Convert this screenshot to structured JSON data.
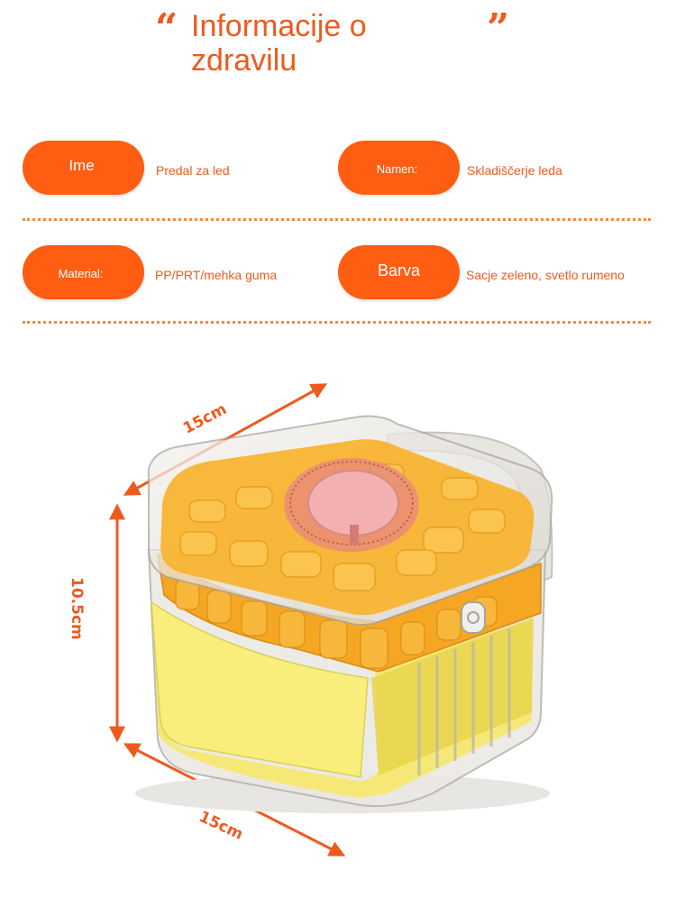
{
  "header": {
    "open_quote": "“",
    "title_line1": "Informacije o",
    "title_line2": "zdravilu",
    "close_quote": "”"
  },
  "specs": [
    {
      "label": "Ime",
      "value": "Predal za led"
    },
    {
      "label": "Namen:",
      "value": "Skladiščerje leda"
    },
    {
      "label": "Material:",
      "value": "PP/PRT/mehka guma"
    },
    {
      "label": "Barva",
      "value": "Sacje zeleno, svetlo rumeno"
    }
  ],
  "dimensions": {
    "top": "15cm",
    "height": "10.5cm",
    "bottom": "15cm"
  },
  "colors": {
    "accent": "#ff5d12",
    "text": "#ee5a1e",
    "tray_orange": "#f8b431",
    "drawer_yellow": "#f6e86a"
  }
}
